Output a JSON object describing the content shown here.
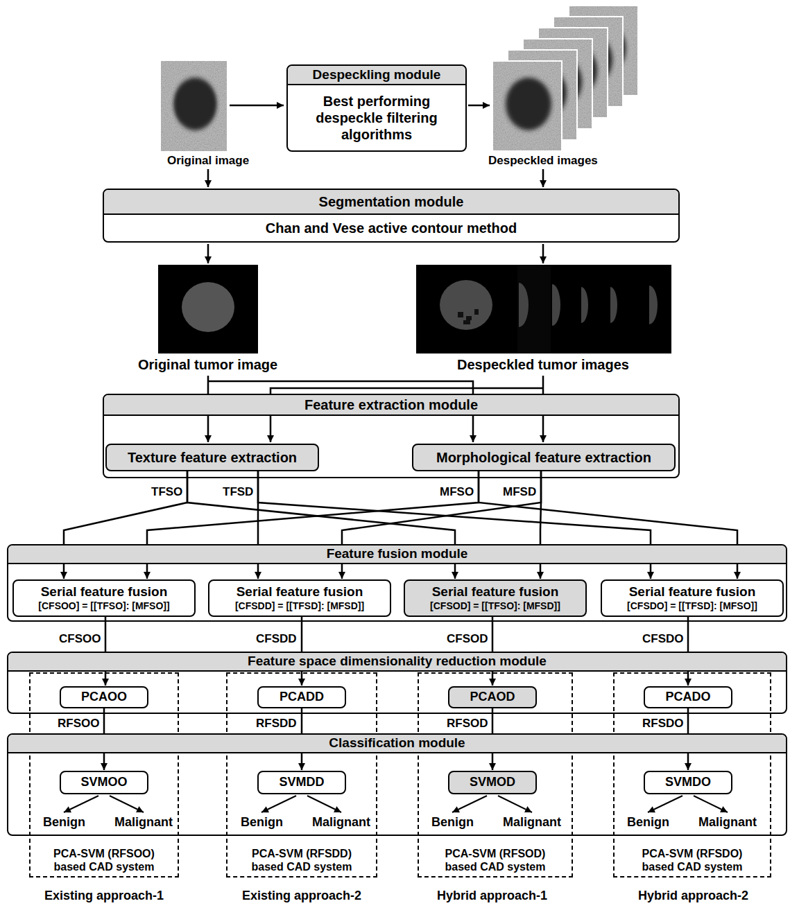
{
  "diagram": {
    "nodes": [
      {
        "text": [
          "Despeckling module",
          "Best performing despeckle filtering algorithms"
        ]
      },
      {
        "text": [
          "Segmentation module",
          "Chan and Vese active contour method"
        ]
      },
      {
        "text": [
          "Feature extraction module"
        ]
      },
      {
        "text": [
          "Texture feature extraction"
        ],
        "in": 2
      },
      {
        "text": [
          "Morphological feature extraction"
        ],
        "in": 2
      },
      {
        "text": [
          "Feature fusion module"
        ]
      },
      {
        "text": [
          "Serial feature fusion",
          "[CFSOO] = [[TFSO]: [MFSO]]"
        ],
        "in": 5
      },
      {
        "text": [
          "Serial feature fusion",
          "[CFSDD] = [[TFSD]: [MFSD]]"
        ],
        "in": 5
      },
      {
        "text": [
          "Serial feature fusion",
          "[CFSOD] = [[TFSO]: [MFSD]]"
        ],
        "in": 5
      },
      {
        "text": [
          "Serial feature fusion",
          "[CFSDO] = [[TFSD]: [MFSO]]"
        ],
        "in": 5
      },
      {
        "text": [
          "Feature space dimensionality reduction module"
        ]
      },
      {
        "text": [
          "PCAOO"
        ],
        "in": 10
      },
      {
        "text": [
          "PCADD"
        ],
        "in": 10
      },
      {
        "text": [
          "PCAOD"
        ],
        "in": 10
      },
      {
        "text": [
          "PCADO"
        ],
        "in": 10
      },
      {
        "text": [
          "Classification module"
        ]
      },
      {
        "text": [
          "SVMOO"
        ],
        "in": 15
      },
      {
        "text": [
          "SVMDD"
        ],
        "in": 15
      },
      {
        "text": [
          "SVMOD"
        ],
        "in": 15
      },
      {
        "text": [
          "SVMDO"
        ],
        "in": 15
      },
      {
        "text": [
          "PCA-SVM (RFSOO) based CAD system"
        ]
      },
      {
        "text": [
          "PCA-SVM (RFSDD) based CAD system"
        ]
      },
      {
        "text": [
          "PCA-SVM (RFSOD) based CAD system"
        ]
      },
      {
        "text": [
          "PCA-SVM (RFSDO) based CAD system"
        ]
      }
    ],
    "edges": [
      {
        "from": 3,
        "to": 6,
        "arrow": "to"
      },
      {
        "from": 3,
        "to": 8,
        "arrow": "to"
      },
      {
        "from": 3,
        "to": 7,
        "arrow": "to"
      },
      {
        "from": 3,
        "to": 9,
        "arrow": "to"
      },
      {
        "from": 4,
        "to": 6,
        "arrow": "to"
      },
      {
        "from": 4,
        "to": 9,
        "arrow": "to"
      },
      {
        "from": 4,
        "to": 7,
        "arrow": "to"
      },
      {
        "from": 4,
        "to": 8,
        "arrow": "to"
      },
      {
        "from": 6,
        "to": 11,
        "arrow": "to"
      },
      {
        "from": 7,
        "to": 12,
        "arrow": "to"
      },
      {
        "from": 8,
        "to": 13,
        "arrow": "to"
      },
      {
        "from": 9,
        "to": 14,
        "arrow": "to"
      },
      {
        "from": 11,
        "to": 16,
        "arrow": "to"
      },
      {
        "from": 12,
        "to": 17,
        "arrow": "to"
      },
      {
        "from": 13,
        "to": 18,
        "arrow": "to"
      },
      {
        "from": 14,
        "to": 19,
        "arrow": "to"
      }
    ],
    "labels": [
      "Original image",
      "Despeckled images",
      "Original tumor image",
      "Despeckled tumor images",
      "TFSO",
      "TFSD",
      "MFSO",
      "MFSD",
      "CFSOO",
      "CFSDD",
      "CFSOD",
      "CFSDO",
      "RFSOO",
      "RFSDD",
      "RFSOD",
      "RFSDO",
      "Benign",
      "Malignant",
      "Benign",
      "Malignant",
      "Benign",
      "Malignant",
      "Benign",
      "Malignant",
      "Existing approach-1",
      "Existing approach-2",
      "Hybrid approach-1",
      "Hybrid approach-2"
    ]
  }
}
